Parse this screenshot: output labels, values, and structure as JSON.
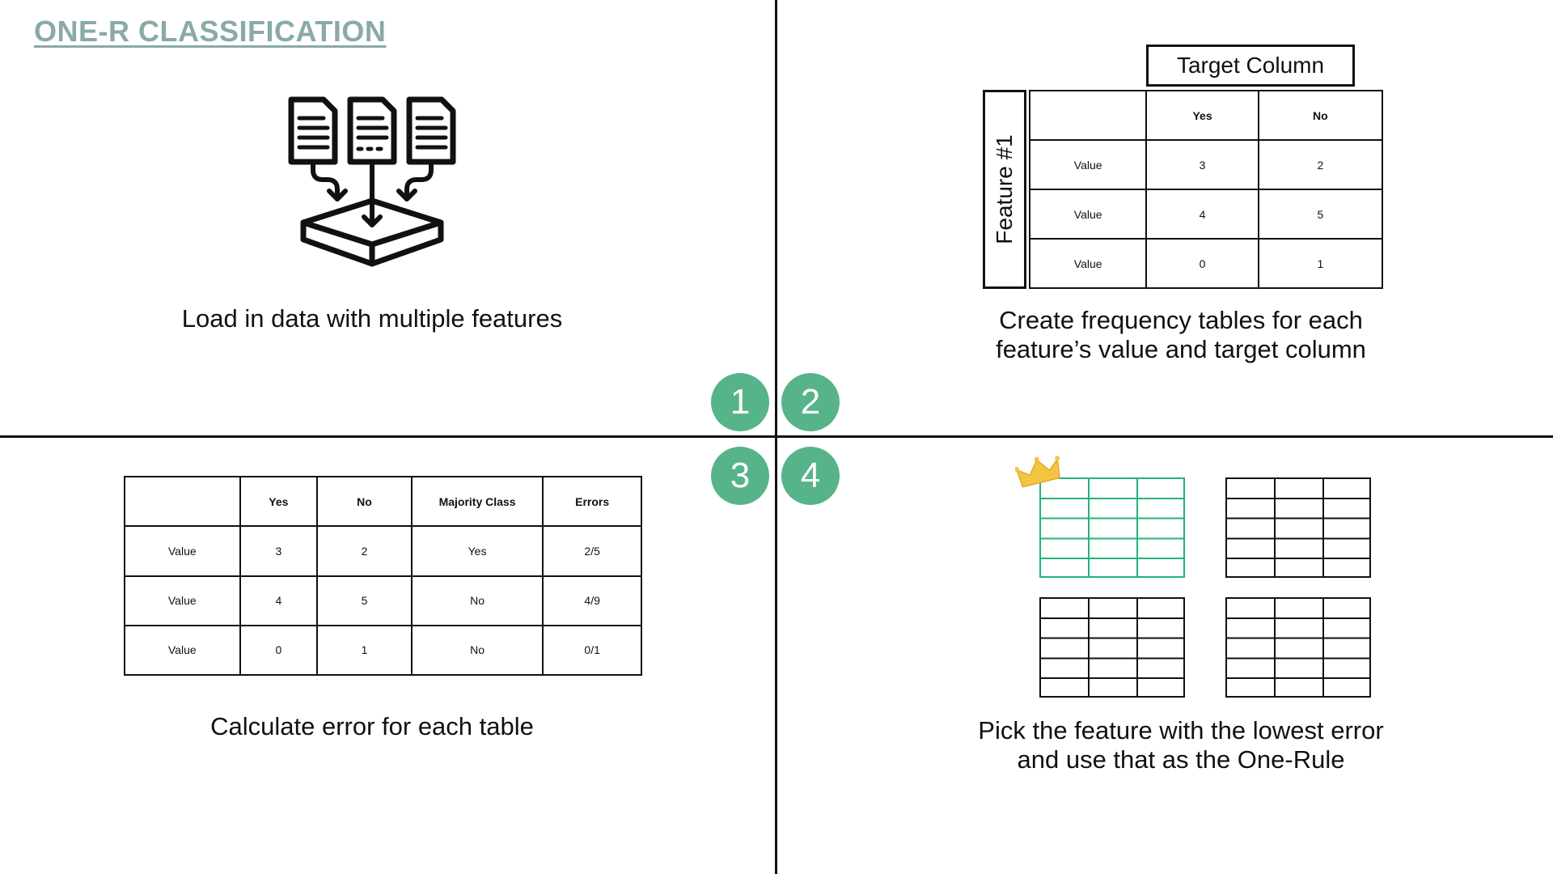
{
  "title": "ONE-R CLASSIFICATION",
  "steps": [
    {
      "number": "1",
      "caption": "Load in data with multiple features"
    },
    {
      "number": "2",
      "caption_line1": "Create frequency tables for each",
      "caption_line2": "feature’s value and target column"
    },
    {
      "number": "3",
      "caption": "Calculate error for each table"
    },
    {
      "number": "4",
      "caption_line1": "Pick the feature with the lowest error",
      "caption_line2": "and use that as the One-Rule"
    }
  ],
  "frequency_table": {
    "target_label": "Target Column",
    "feature_label": "Feature #1",
    "headers": [
      "",
      "Yes",
      "No"
    ],
    "rows": [
      [
        "Value",
        "3",
        "2"
      ],
      [
        "Value",
        "4",
        "5"
      ],
      [
        "Value",
        "0",
        "1"
      ]
    ]
  },
  "error_table": {
    "headers": [
      "",
      "Yes",
      "No",
      "Majority Class",
      "Errors"
    ],
    "rows": [
      [
        "Value",
        "3",
        "2",
        "Yes",
        "2/5"
      ],
      [
        "Value",
        "4",
        "5",
        "No",
        "4/9"
      ],
      [
        "Value",
        "0",
        "1",
        "No",
        "0/1"
      ]
    ]
  },
  "colors": {
    "badge": "#57b38a",
    "title": "#8aa9a8",
    "winner_table": "#22b573",
    "crown": "#f5c542"
  },
  "icons": [
    "documents-merge-icon",
    "crown-icon"
  ]
}
